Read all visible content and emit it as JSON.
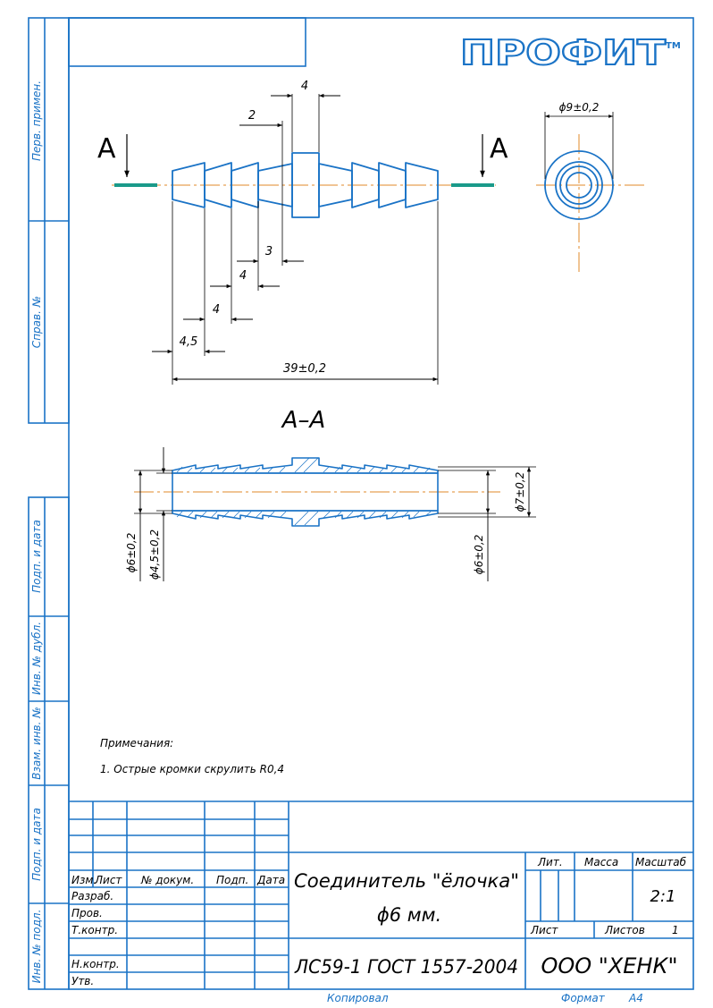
{
  "logo": {
    "text": "ПРОФИТ",
    "tm": "TM"
  },
  "side": {
    "perv": "Перв. примен.",
    "sprav": "Справ. №",
    "podp1": "Подп. и дата",
    "inv_dubl": "Инв. № дубл.",
    "vzam": "Взам. инв. №",
    "podp2": "Подп. и дата",
    "inv_podl": "Инв. № подл."
  },
  "view": {
    "section_mark": "А",
    "section_title": "А–А",
    "dims": {
      "d4_top": "4",
      "d2": "2",
      "d3": "3",
      "d4_a": "4",
      "d4_b": "4",
      "d45": "4,5",
      "d39": "39±0,2",
      "dia9": "ϕ9±0,2",
      "dia6_l": "ϕ6±0,2",
      "dia45": "ϕ4,5±0,2",
      "dia6_r": "ϕ6±0,2",
      "dia7": "ϕ7±0,2"
    }
  },
  "notes": {
    "title": "Примечания:",
    "line1": "1. Острые кромки скрулить R0,4"
  },
  "title_block": {
    "col_izm": "Изм.",
    "col_list": "Лист",
    "col_doc": "№ докум.",
    "col_podp": "Подп.",
    "col_data": "Дата",
    "razrab": "Разраб.",
    "prov": "Пров.",
    "tkontr": "Т.контр.",
    "nkontr": "Н.контр.",
    "utv": "Утв.",
    "name_line1": "Соединитель \"ёлочка\"",
    "name_line2": "ϕ6 мм.",
    "material": "ЛС59-1 ГОСТ 1557-2004",
    "lit": "Лит.",
    "massa": "Масса",
    "masshtab": "Масштаб",
    "scale": "2:1",
    "list": "Лист",
    "listov": "Листов",
    "listov_val": "1",
    "company": "ООО \"ХЕНК\""
  },
  "footer": {
    "kopiroval": "Копировал",
    "format": "Формат",
    "format_val": "А4"
  }
}
